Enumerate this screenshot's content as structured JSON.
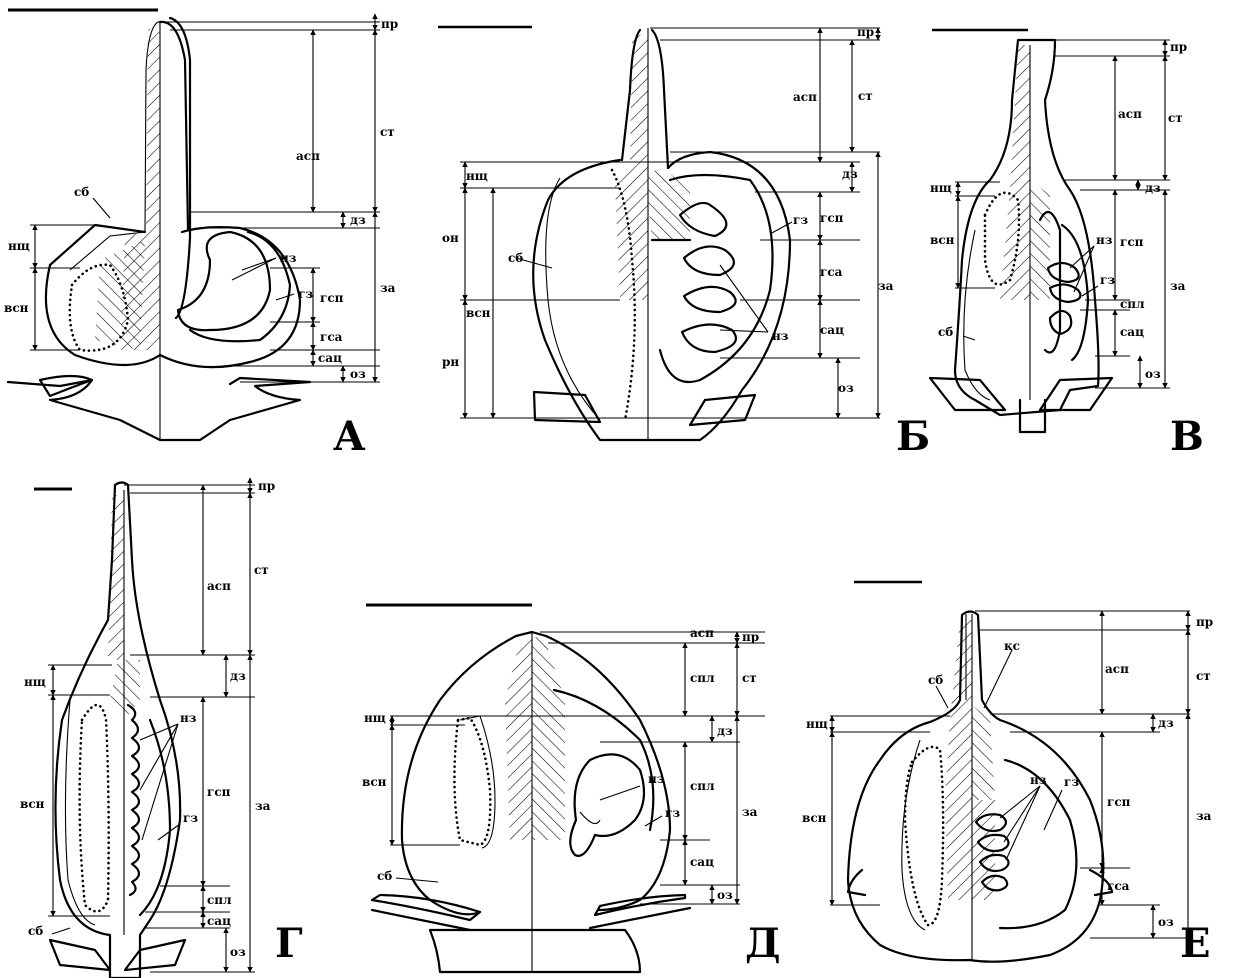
{
  "colors": {
    "ink": "#000000",
    "background": "#ffffff"
  },
  "panels": [
    {
      "id": "A",
      "letter": "А",
      "dims": {
        "pr": "пр",
        "st": "ст",
        "asp": "асп",
        "dz": "дз",
        "za": "за",
        "gsp": "гсп",
        "gsa": "гса",
        "sac": "сац",
        "oz": "оз",
        "nsch": "нщ",
        "vsn": "всн"
      },
      "parts": {
        "sb": "сб",
        "nz": "нз",
        "gz": "гз"
      }
    },
    {
      "id": "B",
      "letter": "Б",
      "dims": {
        "pr": "пр",
        "asp": "асп",
        "st": "ст",
        "dz": "дз",
        "gsp": "гсп",
        "gsa": "гса",
        "sac": "сац",
        "oz": "оз",
        "za": "за",
        "nsch": "нщ",
        "on": "он",
        "vsn": "всн",
        "rn": "рн"
      },
      "parts": {
        "gz": "гз",
        "sb": "сб",
        "nz": "нз"
      }
    },
    {
      "id": "V",
      "letter": "В",
      "dims": {
        "pr": "пр",
        "asp": "асп",
        "st": "ст",
        "dz": "дз",
        "gsp": "гсп",
        "spl": "спл",
        "sac": "сац",
        "oz": "оз",
        "za": "за",
        "nsch": "нщ",
        "vsn": "всн"
      },
      "parts": {
        "nz": "нз",
        "gz": "гз",
        "sb": "сб"
      }
    },
    {
      "id": "G",
      "letter": "Г",
      "dims": {
        "pr": "пр",
        "asp": "асп",
        "st": "ст",
        "dz": "дз",
        "gsp": "гсп",
        "za": "за",
        "spl": "спл",
        "sac": "сац",
        "oz": "оз",
        "nsch": "нщ",
        "vsn": "всн"
      },
      "parts": {
        "nz": "нз",
        "gz": "гз",
        "sb": "сб"
      }
    },
    {
      "id": "D",
      "letter": "Д",
      "dims": {
        "asp": "асп",
        "pr": "пр",
        "st": "ст",
        "spl1": "спл",
        "dz": "дз",
        "spl2": "спл",
        "za": "за",
        "sac": "сац",
        "oz": "оз",
        "nsch": "нщ",
        "vsn": "всн"
      },
      "parts": {
        "nz": "нз",
        "gz": "гз",
        "sb": "сб"
      }
    },
    {
      "id": "E",
      "letter": "Е",
      "dims": {
        "pr": "пр",
        "asp": "асп",
        "st": "ст",
        "dz": "дз",
        "gsp": "гсп",
        "za": "за",
        "gsa": "гса",
        "oz": "оз",
        "nsch": "нщ",
        "vsn": "всн"
      },
      "parts": {
        "ks": "кс",
        "sb": "сб",
        "nz": "нз",
        "gz": "гз"
      }
    }
  ]
}
